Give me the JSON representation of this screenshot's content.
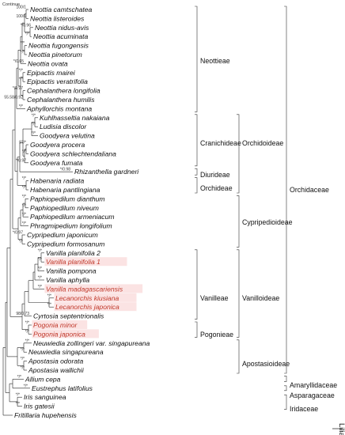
{
  "top_label": "Continue",
  "taxa": [
    {
      "name": "Neottia camtschatea",
      "support": "100/1"
    },
    {
      "name": "Neottia listeroides",
      "support": "100/1"
    },
    {
      "name": "Neottia nidus-avis",
      "support": "*/0.96"
    },
    {
      "name": "Neottia acuminata",
      "support": "*/*"
    },
    {
      "name": "Neottia fugongensis",
      "support": "*/*"
    },
    {
      "name": "Neottia pinetorum",
      "support": "*/*"
    },
    {
      "name": "Neottia ovata",
      "support": "*/0.65"
    },
    {
      "name": "Epipactis mairei",
      "support": "*/*"
    },
    {
      "name": "Epipactis veratrifolia",
      "support": "*/*"
    },
    {
      "name": "Cephalanthera longifolia",
      "support": "*/0.97"
    },
    {
      "name": "Cephalanthera humilis",
      "support": "55.58/0.92"
    },
    {
      "name": "Aphyllorchis montana",
      "support": "*/*"
    },
    {
      "name": "Kuhlhasseltia nakaiana",
      "support": "*/*"
    },
    {
      "name": "Ludisia discolor",
      "support": "*/*"
    },
    {
      "name": "Goodyera velutina",
      "support": "*/*"
    },
    {
      "name": "Goodyera procera",
      "support": "97/*"
    },
    {
      "name": "Goodyera schlechtendaliana",
      "support": "*/*"
    },
    {
      "name": "Goodyera fumata",
      "support": "*/0.97"
    },
    {
      "name": "Rhizanthella gardneri",
      "support": "*/0.98"
    },
    {
      "name": "Habenaria radiata",
      "support": "*/*"
    },
    {
      "name": "Habenaria pantlingiana",
      "support": "*/*"
    },
    {
      "name": "Paphiopedilum dianthum",
      "support": "*/*"
    },
    {
      "name": "Paphiopedilum niveum",
      "support": "*/*"
    },
    {
      "name": "Paphiopedilum armeniacum",
      "support": "*/*"
    },
    {
      "name": "Phragmipedium longifolium",
      "support": "*/*"
    },
    {
      "name": "Cypripedium japonicum",
      "support": "*/0.97"
    },
    {
      "name": "Cypripedium formosanum",
      "support": "*/*"
    },
    {
      "name": "Vanilla planifolia 2",
      "support": "*/*"
    },
    {
      "name": "Vanilla planifolia 1",
      "support": "*/*",
      "highlight": true
    },
    {
      "name": "Vanilla pompona",
      "support": "*/*"
    },
    {
      "name": "Vanilla aphylla",
      "support": "*/*"
    },
    {
      "name": "Vanilla madagascariensis",
      "support": "*/*",
      "highlight": true
    },
    {
      "name": "Lecanorchis kiusiana",
      "support": "*/*",
      "highlight": true
    },
    {
      "name": "Lecanorchis japonica",
      "support": "*/*",
      "highlight": true
    },
    {
      "name": "Cyrtosia septentrionalis",
      "support": "98/0.73"
    },
    {
      "name": "Pogonia minor",
      "support": "*/*",
      "highlight": true
    },
    {
      "name": "Pogonia japonica",
      "support": "*/*",
      "highlight": true
    },
    {
      "name": "Neuwiedia zollingeri var. singapureana",
      "support": "*/*"
    },
    {
      "name": "Neuwiedia singapureana",
      "support": "*/*"
    },
    {
      "name": "Apostasia odorata",
      "support": "*/*"
    },
    {
      "name": "Apostasia wallichii",
      "support": "*/*"
    },
    {
      "name": "Allium cepa",
      "support": "*/*"
    },
    {
      "name": "Eustrephus latifolius",
      "support": "*/*"
    },
    {
      "name": "Iris sanguinea",
      "support": "*/*"
    },
    {
      "name": "Iris gatesii",
      "support": "*/*"
    },
    {
      "name": "Fritillaria hupehensis",
      "support": ""
    }
  ],
  "tribes": [
    "Neottieae",
    "Cranichideae",
    "Diurideae",
    "Orchideae",
    "Vanilleae",
    "Pogonieae"
  ],
  "subfamilies": [
    "Orchidoideae",
    "Cypripedioideae",
    "Vanilloideae",
    "Apostasioideae"
  ],
  "families": [
    "Orchidaceae",
    "Amaryllidaceae",
    "Asparagaceae",
    "Iridaceae"
  ],
  "order": "Liliales"
}
